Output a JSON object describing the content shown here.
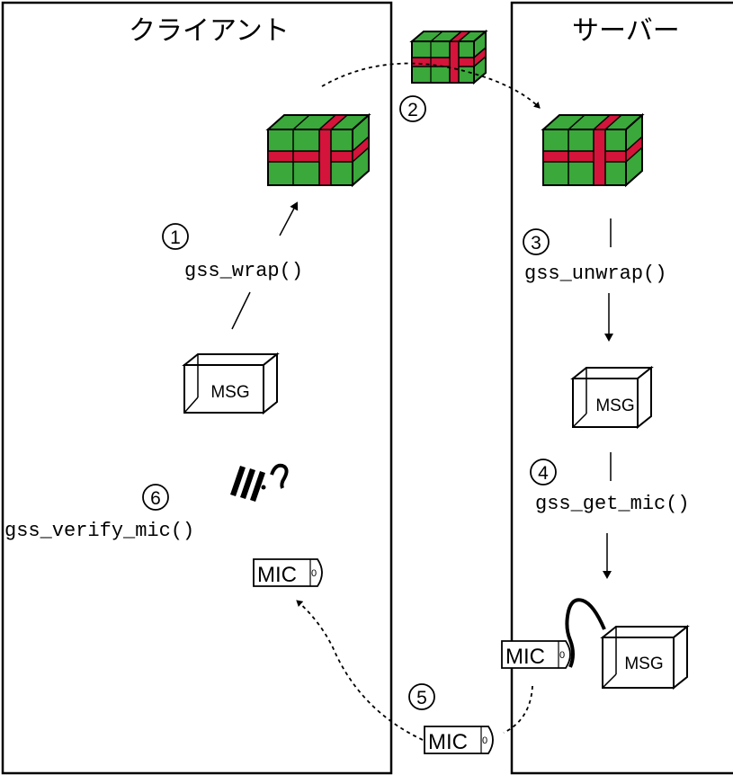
{
  "client": {
    "title": "クライアント",
    "wrap_step": "1",
    "wrap_call": "gss_wrap()",
    "msg_label": "MSG",
    "verify_step": "6",
    "verify_call": "gss_verify_mic()",
    "mic_label": "MIC",
    "mic_seal": "0"
  },
  "transfer": {
    "send_step": "2",
    "return_step": "5",
    "mic_label": "MIC",
    "mic_seal": "0"
  },
  "server": {
    "title": "サーバー",
    "unwrap_step": "3",
    "unwrap_call": "gss_unwrap()",
    "msg_label": "MSG",
    "mic_step": "4",
    "mic_call": "gss_get_mic()",
    "tag_label": "MIC",
    "tag_seal": "0",
    "tagged_msg_label": "MSG"
  },
  "colors": {
    "package_green": "#3aa83a",
    "ribbon_red": "#d4143a",
    "outline": "#000000"
  }
}
